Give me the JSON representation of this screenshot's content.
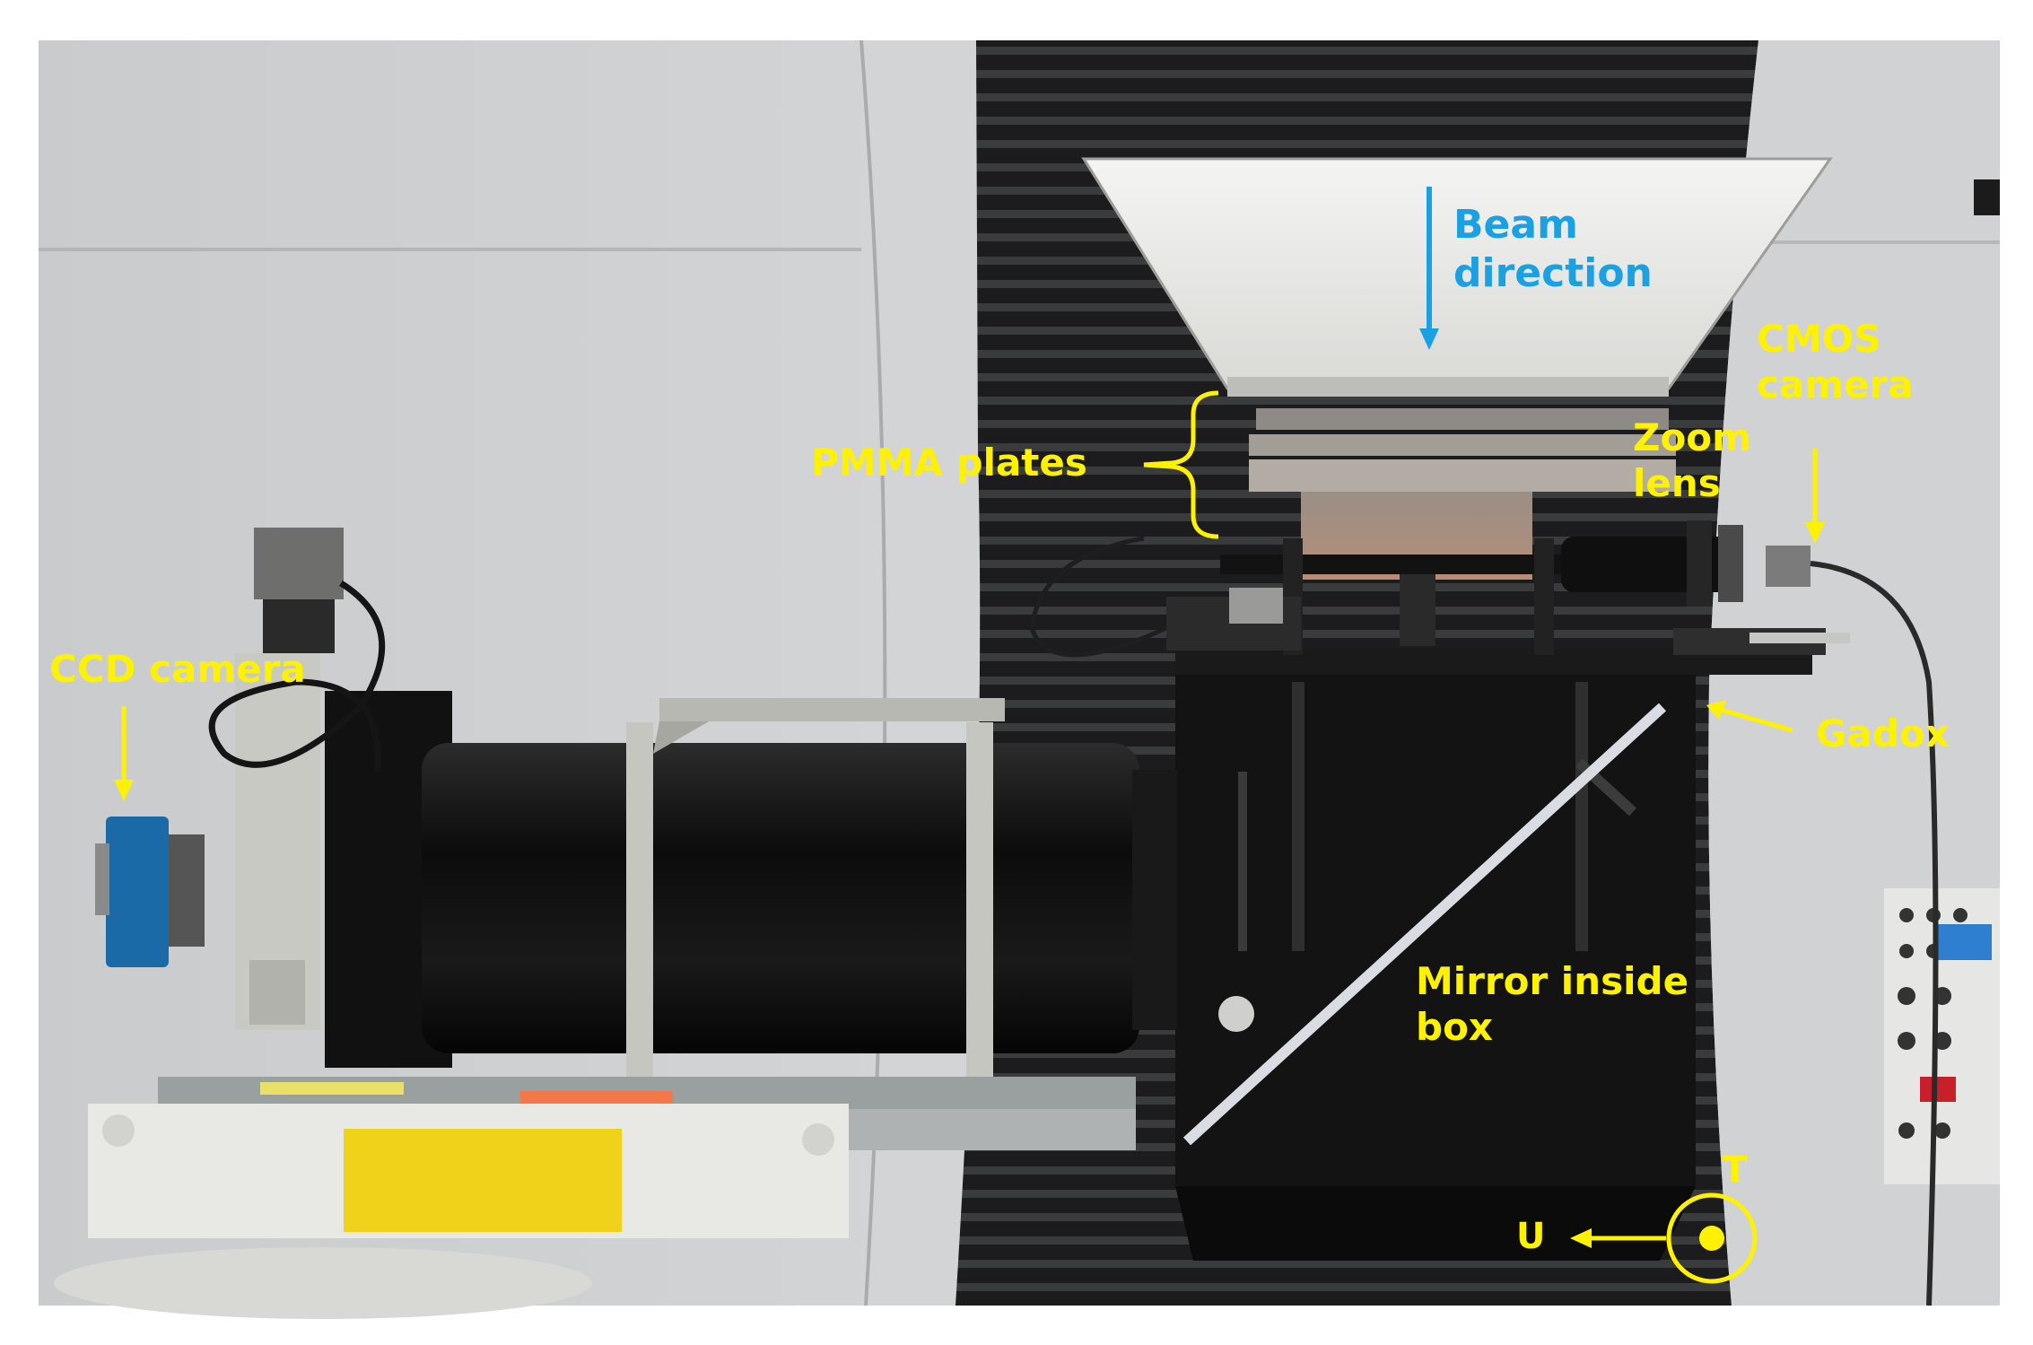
{
  "figure": {
    "background": "#ffffff",
    "colors": {
      "annotation_yellow": "#fff200",
      "beam_blue": "#1ba1e2",
      "mirror_line": "#d9dde3",
      "wall_grey": "#cfd1d3",
      "equipment_black": "#141414",
      "aluminium": "#b8b8b2",
      "camera_blue": "#1a6aa8",
      "label_plate": "#f1d21a"
    }
  },
  "labels": {
    "beam_direction": "Beam\ndirection",
    "cmos_camera": "CMOS\ncamera",
    "zoom_lens": "Zoom\nlens",
    "pmma_plates": "PMMA plates",
    "ccd_camera": "CCD camera",
    "gadox": "Gadox",
    "mirror_inside_box": "Mirror inside\nbox",
    "axis_t": "T",
    "axis_u": "U"
  },
  "objects": {
    "beam_arrow_icon": "arrow-down",
    "cmos_arrow_icon": "arrow-down",
    "ccd_arrow_icon": "arrow-down",
    "gadox_arrow_icon": "arrow-left",
    "pmma_brace_icon": "curly-brace",
    "axis_t_icon": "circle-dot-out-of-plane",
    "axis_u_icon": "arrow-left"
  }
}
